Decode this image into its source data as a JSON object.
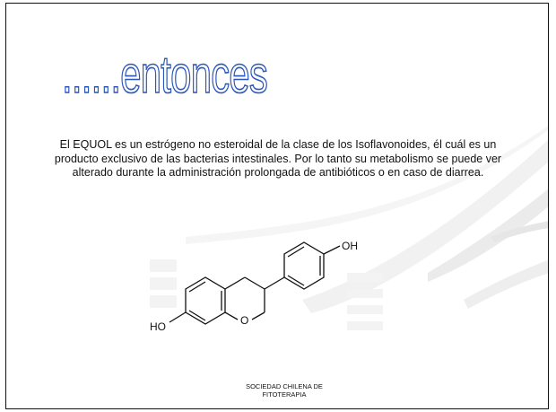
{
  "slide": {
    "title": "......entonces",
    "body": "El EQUOL es un estrógeno no esteroidal de la clase de los Isoflavonoides, él cuál es un producto exclusivo de las bacterias intestinales. Por lo tanto su metabolismo se puede ver alterado durante la administración prolongada de antibióticos o en caso de diarrea.",
    "footer_line1": "SOCIEDAD CHILENA DE",
    "footer_line2": "FITOTERAPIA",
    "title_color": "#2b57b8"
  },
  "molecule": {
    "name": "equol-structure",
    "labels": {
      "hydroxyl_top": "OH",
      "hydroxyl_left": "HO",
      "ring_oxygen": "O"
    }
  }
}
